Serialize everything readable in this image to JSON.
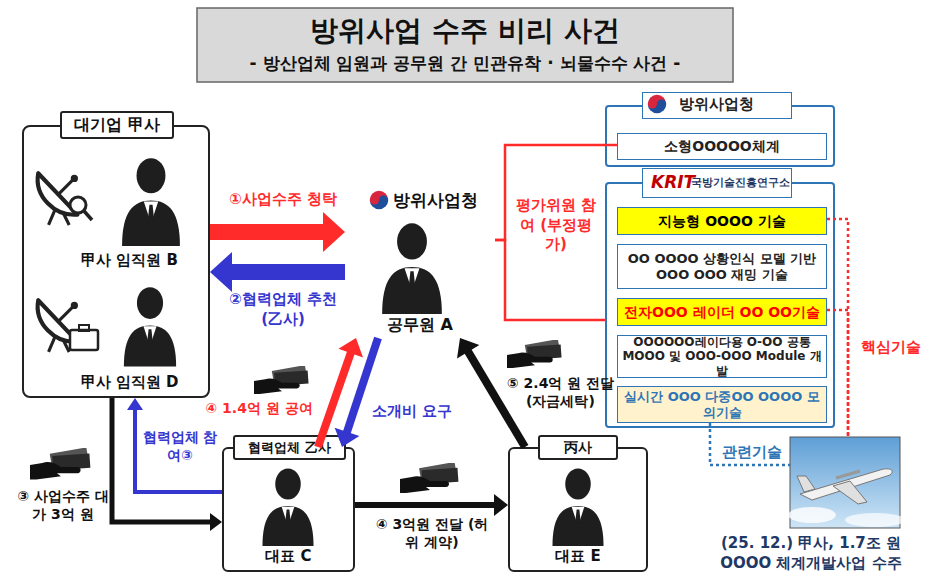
{
  "diagram": {
    "title": "방위사업 수주 비리 사건",
    "nodes": [
      {
        "text": [
          "대기업 甲사"
        ]
      },
      {
        "text": [
          "甲사 임직원 B"
        ],
        "in": 0
      },
      {
        "text": [
          "甲사 임직원 D"
        ],
        "in": 0
      },
      {
        "text": [
          "방위사업청",
          "공무원 A"
        ]
      },
      {
        "text": [
          "협력업체 乙사",
          "대표 C"
        ]
      },
      {
        "text": [
          "丙사",
          "대표 E"
        ]
      },
      {
        "text": [
          "방위사업청"
        ]
      },
      {
        "text": [
          "소형OOOOO체계"
        ],
        "in": 6
      },
      {
        "text": [
          "KRIT",
          "국방기술진흥연구소"
        ]
      },
      {
        "text": [
          "지능형 OOOO 기술"
        ],
        "in": 8
      },
      {
        "text": [
          "OO OOOO 상황인식 모델 기반 OOO OOO 재밍 기술"
        ],
        "in": 8
      },
      {
        "text": [
          "전자OOO 레이더 OO OO기술"
        ],
        "in": 8
      },
      {
        "text": [
          "OOOOOO레이다용 O-OO 공통 MOOO 및 OOO-OOO Module 개발"
        ],
        "in": 8
      },
      {
        "text": [
          "실시간 OOO 다중OO OOOO 모의기술"
        ],
        "in": 8
      },
      {
        "text": [
          "(25. 12.) 甲사, 1.7조 원 OOOO 체계개발사업 수주"
        ]
      }
    ],
    "edges": [
      {
        "from": 0,
        "to": 3,
        "label": "①사업수주 청탁",
        "arrow": "to"
      },
      {
        "from": 3,
        "to": 0,
        "label": "②협력업체 추천 (乙사)",
        "arrow": "to"
      },
      {
        "from": 4,
        "to": 0,
        "label": "협력업체 참여③",
        "arrow": "to"
      },
      {
        "from": 0,
        "to": 4,
        "label": "③ 사업수주 대가 3억 원",
        "arrow": "to"
      },
      {
        "from": 4,
        "to": 3,
        "label": "④ 1.4억 원 공여",
        "arrow": "to"
      },
      {
        "from": 3,
        "to": 4,
        "label": "소개비 요구",
        "arrow": "to"
      },
      {
        "from": 4,
        "to": 5,
        "label": "④ 3억원 전달 (허위 계약)",
        "arrow": "to"
      },
      {
        "from": 5,
        "to": 3,
        "label": "⑤ 2.4억 원 전달 (자금세탁)",
        "arrow": "to"
      },
      {
        "from": 3,
        "to": 7,
        "label": "평가위원 참여 (부정평가)",
        "arrow": "none"
      },
      {
        "from": 3,
        "to": 8,
        "arrow": "none"
      },
      {
        "from": 9,
        "to": 14,
        "label": "핵심기술",
        "arrow": "none"
      },
      {
        "from": 11,
        "to": 14,
        "arrow": "none"
      },
      {
        "from": 13,
        "to": 14,
        "label": "관련기술",
        "arrow": "none"
      }
    ],
    "labels": [
      "- 방산업체 임원과 공무원 간 민관유착 · 뇌물수수 사건 -"
    ]
  }
}
